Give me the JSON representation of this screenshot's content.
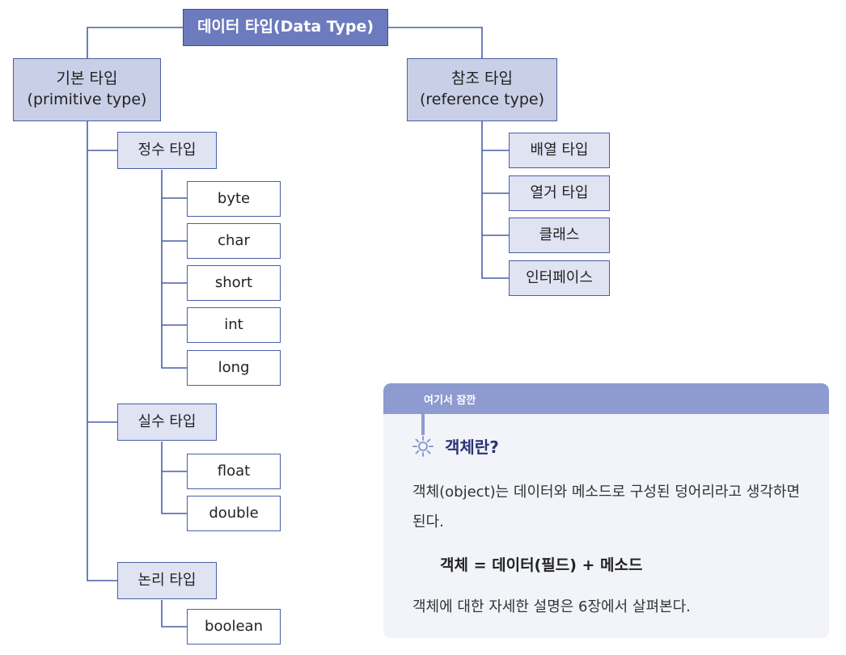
{
  "root": {
    "label": "데이터 타입(Data Type)"
  },
  "primitive": {
    "title": "기본 타입",
    "subtitle": "(primitive type)"
  },
  "reference": {
    "title": "참조 타입",
    "subtitle": "(reference type)"
  },
  "primitive_groups": [
    {
      "label": "정수 타입",
      "items": [
        "byte",
        "char",
        "short",
        "int",
        "long"
      ]
    },
    {
      "label": "실수 타입",
      "items": [
        "float",
        "double"
      ]
    },
    {
      "label": "논리 타입",
      "items": [
        "boolean"
      ]
    }
  ],
  "reference_items": [
    "배열 타입",
    "열거 타입",
    "클래스",
    "인터페이스"
  ],
  "note": {
    "tab": "여기서 잠깐",
    "icon": "lightbulb-icon",
    "title": "객체란?",
    "body": "객체(object)는 데이터와 메소드로 구성된 덩어리라고 생각하면 된다.",
    "formula": "객체 = 데이터(필드) + 메소드",
    "footer": "객체에 대한 자세한 설명은 6장에서 살펴본다."
  },
  "colors": {
    "root_fill": "#6c7bbd",
    "level1_fill": "#c9cfe6",
    "level2_fill": "#dfe3f2",
    "border": "#4a5fa6",
    "line": "#4a5fa6",
    "note_bg": "#f2f4fa",
    "note_tab": "#8e9bd0"
  }
}
